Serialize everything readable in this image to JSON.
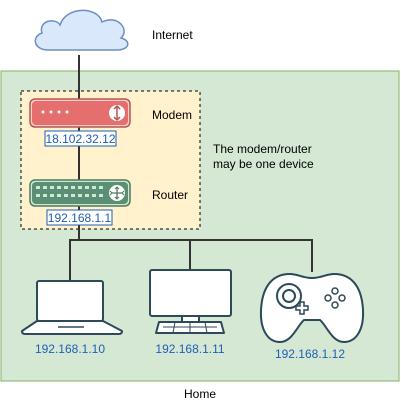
{
  "internet": {
    "label": "Internet",
    "icon": "cloud-icon"
  },
  "home": {
    "label": "Home"
  },
  "modem": {
    "label": "Modem",
    "ip": "18.102.32.12",
    "icon": "modem-icon"
  },
  "router": {
    "label": "Router",
    "ip": "192.168.1.1",
    "icon": "router-icon"
  },
  "note": {
    "line1": "The modem/router",
    "line2": "may be one device"
  },
  "devices": [
    {
      "ip": "192.168.1.10",
      "icon": "laptop-icon"
    },
    {
      "ip": "192.168.1.11",
      "icon": "desktop-monitor-icon"
    },
    {
      "ip": "192.168.1.12",
      "icon": "game-controller-icon"
    }
  ],
  "colors": {
    "home_fill": "#d5e8d4",
    "home_stroke": "#82b366",
    "box_fill": "#fff2cc",
    "cloud_fill": "#dae8fc",
    "cloud_stroke": "#6c8ebf",
    "modem_fill": "#f8cecc",
    "modem_stroke": "#b85450",
    "router_fill": "#d5e8d4",
    "router_stroke": "#4a7a5e",
    "device_stroke": "#2c4a5a",
    "ip_text": "#1f5fb4"
  }
}
